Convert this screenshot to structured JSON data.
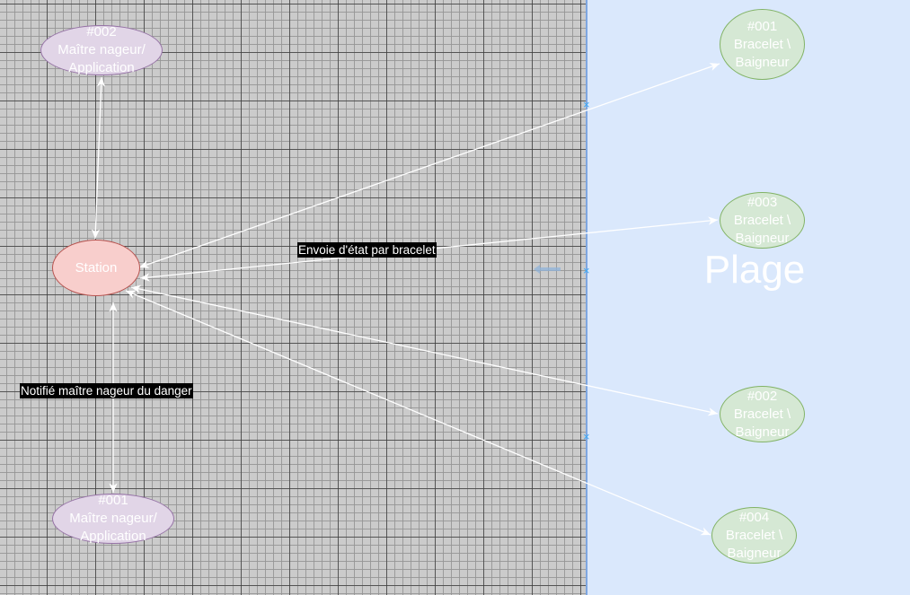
{
  "zone": {
    "label": "Plage"
  },
  "nodes": {
    "lifeguard_002": {
      "lines": [
        "#002",
        "Maître nageur/",
        "Application"
      ]
    },
    "station": {
      "lines": [
        "Station"
      ]
    },
    "lifeguard_001": {
      "lines": [
        "#001",
        "Maître nageur/",
        "Application"
      ]
    },
    "bracelet_001": {
      "lines": [
        "#001",
        "Bracelet \\",
        "Baigneur"
      ]
    },
    "bracelet_003": {
      "lines": [
        "#003",
        "Bracelet \\",
        "Baigneur"
      ]
    },
    "bracelet_002": {
      "lines": [
        "#002",
        "Bracelet \\",
        "Baigneur"
      ]
    },
    "bracelet_004": {
      "lines": [
        "#004",
        "Bracelet \\",
        "Baigneur"
      ]
    }
  },
  "labels": {
    "bracelet_status": "Envoie d'état par bracelet",
    "notify_lifeguard": "Notifié maître nageur du danger"
  },
  "colors": {
    "node_purple_fill": "#e1d5e7",
    "node_red_fill": "#f8cecc",
    "node_green_fill": "#d5e8d4",
    "zone_fill": "#dae8fc",
    "edge": "#ffffff"
  }
}
